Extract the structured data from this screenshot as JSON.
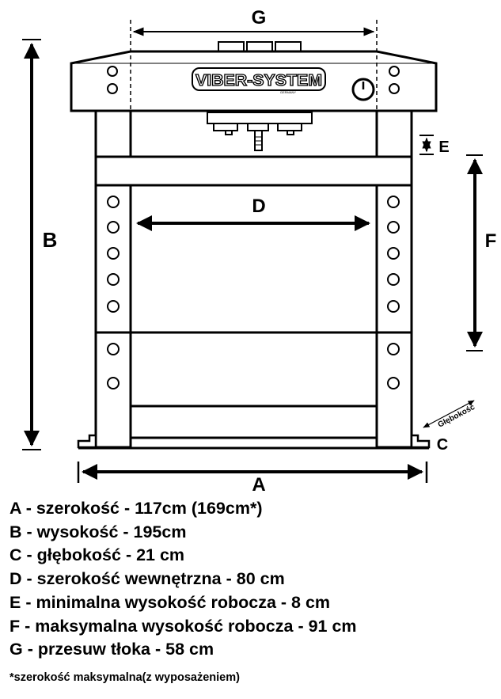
{
  "brand": {
    "name": "VIBER-SYSTEM",
    "sub": "GERMANY"
  },
  "labels": {
    "A": "A",
    "B": "B",
    "C": "C",
    "D": "D",
    "E": "E",
    "F": "F",
    "G": "G",
    "depth": "Głębokość"
  },
  "legend": [
    "A - szerokość - 117cm (169cm*)",
    "B - wysokość - 195cm",
    "C - głębokość - 21 cm",
    "D - szerokość wewnętrzna - 80 cm",
    "E - minimalna wysokość robocza - 8 cm",
    "F - maksymalna wysokość robocza - 91 cm",
    "G - przesuw tłoka - 58 cm"
  ],
  "footnote": "*szerokość maksymalna(z wyposażeniem)"
}
